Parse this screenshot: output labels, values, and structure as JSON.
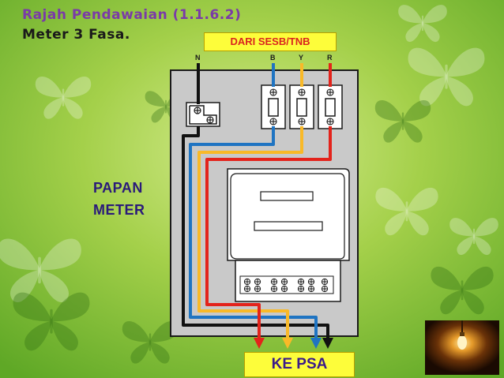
{
  "title_line1": "Rajah Pendawaian (1.1.6.2)",
  "title_line2": "Meter 3 Fasa.",
  "source_label": "DARI SESB/TNB",
  "wire_labels": {
    "neutral": "N",
    "blue": "B",
    "yellow": "Y",
    "red": "R"
  },
  "panel_label_line1": "PAPAN",
  "panel_label_line2": "METER",
  "destination_label": "KE PSA",
  "colors": {
    "background": "#8cc63f",
    "title_purple": "#7a3aa8",
    "label_box": "#fdfd3a",
    "wire_blue": "#1f74c2",
    "wire_yellow": "#f9b928",
    "wire_red": "#e3231b",
    "wire_neutral": "#111111",
    "panel": "#c9c9c9"
  },
  "icons": [
    "butterfly-icon",
    "light-bulb-icon",
    "fuse-icon",
    "terminal-icon"
  ]
}
